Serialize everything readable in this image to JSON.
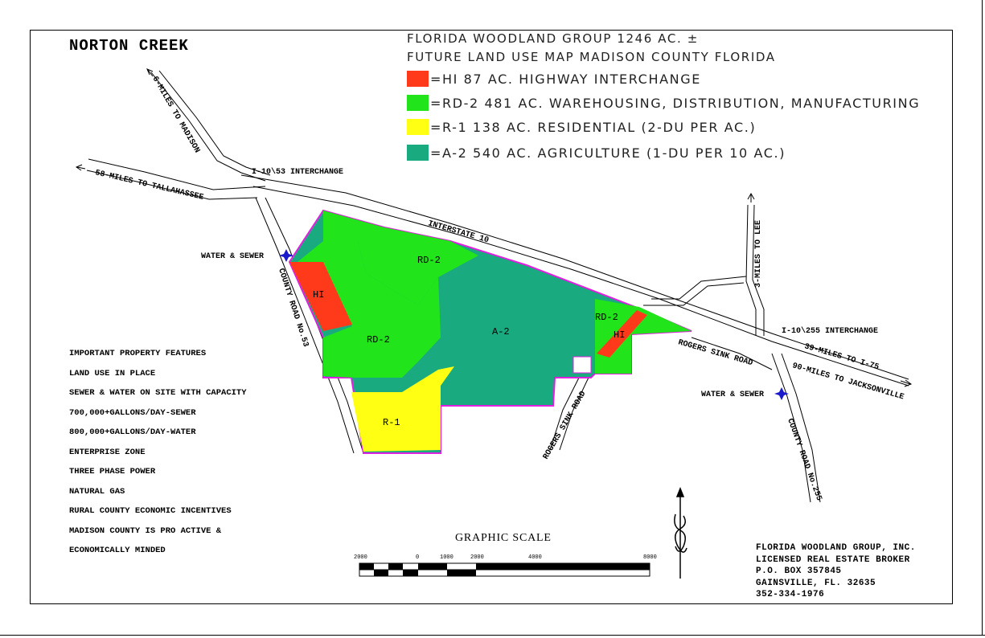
{
  "title": "NORTON CREEK",
  "legend": {
    "heading": [
      "FLORIDA WOODLAND GROUP 1246 AC. ±",
      "FUTURE LAND USE MAP MADISON COUNTY FLORIDA"
    ],
    "items": [
      {
        "label": "=HI 87 AC. HIGHWAY INTERCHANGE",
        "color": "#ff3a1a"
      },
      {
        "label": "=RD-2 481 AC. WAREHOUSING, DISTRIBUTION, MANUFACTURING",
        "color": "#22e41a"
      },
      {
        "label": "=R-1 138 AC. RESIDENTIAL (2-DU PER AC.)",
        "color": "#ffff14"
      },
      {
        "label": "=A-2 540 AC. AGRICULTURE (1-DU PER 10 AC.)",
        "color": "#1aaa80"
      }
    ]
  },
  "map_labels": {
    "to_madison": "6-MILES TO MADISON",
    "to_tallahassee": "58-MILES TO TALLAHASSEE",
    "interchange_53": "I-10\\53 INTERCHANGE",
    "interstate": "INTERSTATE 10",
    "to_lee": "3-MILES TO LEE",
    "interchange_255": "I-10\\255 INTERCHANGE",
    "to_i75": "39-MILES TO I-75",
    "to_jacksonville": "90-MILES TO JACKSONVILLE",
    "rogers_sink_road_1": "ROGERS SINK ROAD",
    "rogers_sink_road_2": "ROGERS SINK ROAD",
    "county_road_53": "COUNTY ROAD No.53",
    "county_road_255": "COUNTY ROAD No.255",
    "water_sewer_west": "WATER & SEWER",
    "water_sewer_east": "WATER & SEWER"
  },
  "zone_labels": {
    "hi_west": "HI",
    "rd2_north": "RD-2",
    "rd2_west": "RD-2",
    "a2": "A-2",
    "r1": "R-1",
    "rd2_east": "RD-2",
    "hi_east": "HI"
  },
  "features": {
    "items": [
      "IMPORTANT PROPERTY FEATURES",
      "LAND USE IN PLACE",
      "SEWER & WATER ON SITE WITH CAPACITY",
      "700,000+GALLONS/DAY-SEWER",
      "800,000+GALLONS/DAY-WATER",
      "ENTERPRISE ZONE",
      "THREE PHASE POWER",
      "NATURAL GAS",
      "RURAL COUNTY ECONOMIC INCENTIVES",
      "MADISON COUNTY IS PRO ACTIVE &",
      "ECONOMICALLY MINDED"
    ]
  },
  "scale": {
    "title": "GRAPHIC SCALE",
    "ticks": [
      "2000",
      "0",
      "1000",
      "2000",
      "4000",
      "8000"
    ]
  },
  "broker": {
    "lines": [
      "FLORIDA WOODLAND GROUP, INC.",
      "LICENSED REAL ESTATE BROKER",
      "P.O. BOX 357845",
      "GAINSVILLE, FL. 32635",
      "352-334-1976"
    ]
  },
  "colors": {
    "hi": "#ff3a1a",
    "rd2": "#22e41a",
    "r1": "#ffff14",
    "a2": "#1aaa80",
    "boundary": "#e020e0",
    "marker": "#1a1acc"
  }
}
